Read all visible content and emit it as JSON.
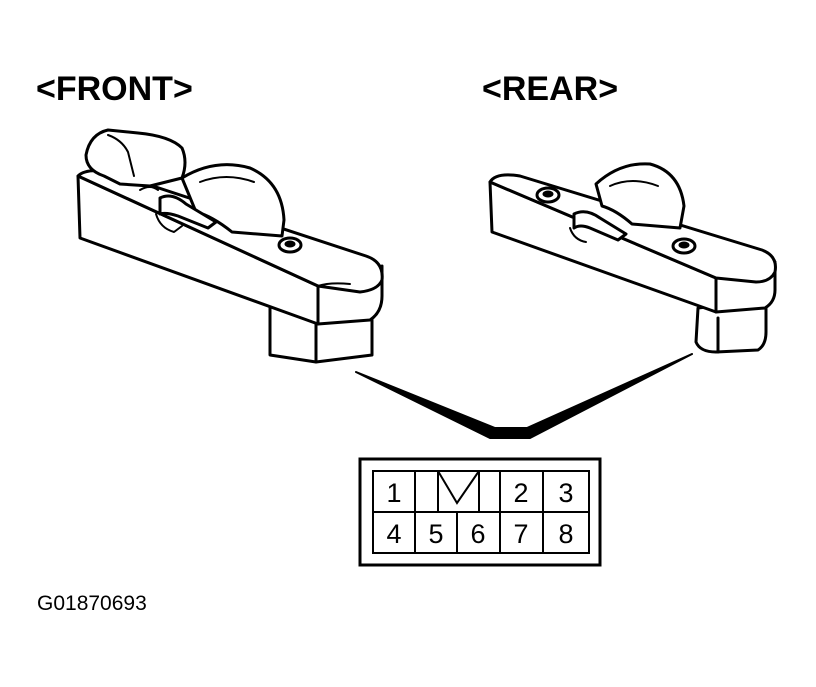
{
  "labels": {
    "front": "<FRONT>",
    "rear": "<REAR>"
  },
  "connector": {
    "row1": [
      "1",
      "2",
      "3"
    ],
    "row2": [
      "4",
      "5",
      "6",
      "7",
      "8"
    ]
  },
  "figure_id": "G01870693"
}
